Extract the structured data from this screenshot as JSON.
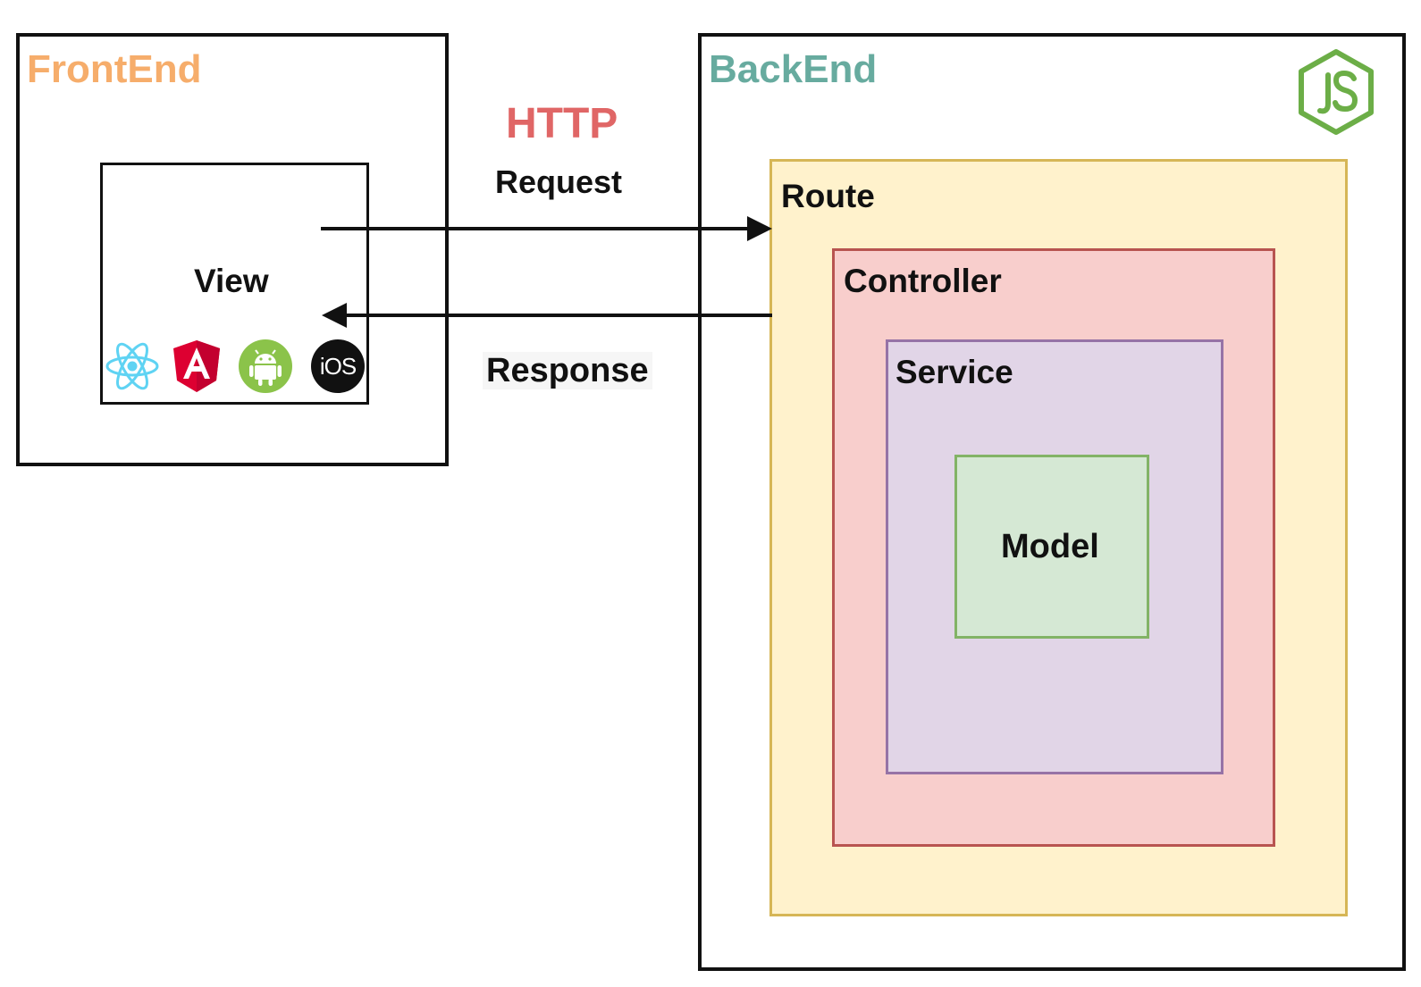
{
  "colors": {
    "frontend_title": "#f6ad6b",
    "backend_title": "#67ab9f",
    "http_title": "#e06666",
    "stroke": "#111111",
    "route_fill": "#fff2cc",
    "route_stroke": "#d6b656",
    "controller_fill": "#f8cecc",
    "controller_stroke": "#b85450",
    "service_fill": "#e1d5e7",
    "service_stroke": "#9673a6",
    "model_fill": "#d5e8d4",
    "model_stroke": "#82b366"
  },
  "frontend": {
    "title": "FrontEnd",
    "view": {
      "label": "View",
      "icons": [
        "react-icon",
        "angular-icon",
        "android-icon",
        "ios-icon"
      ],
      "ios_text": "iOS"
    }
  },
  "connection": {
    "protocol": "HTTP",
    "request_label": "Request",
    "response_label": "Response"
  },
  "backend": {
    "title": "BackEnd",
    "logo_icon": "nodejs-icon",
    "layers": {
      "route": "Route",
      "controller": "Controller",
      "service": "Service",
      "model": "Model"
    }
  }
}
